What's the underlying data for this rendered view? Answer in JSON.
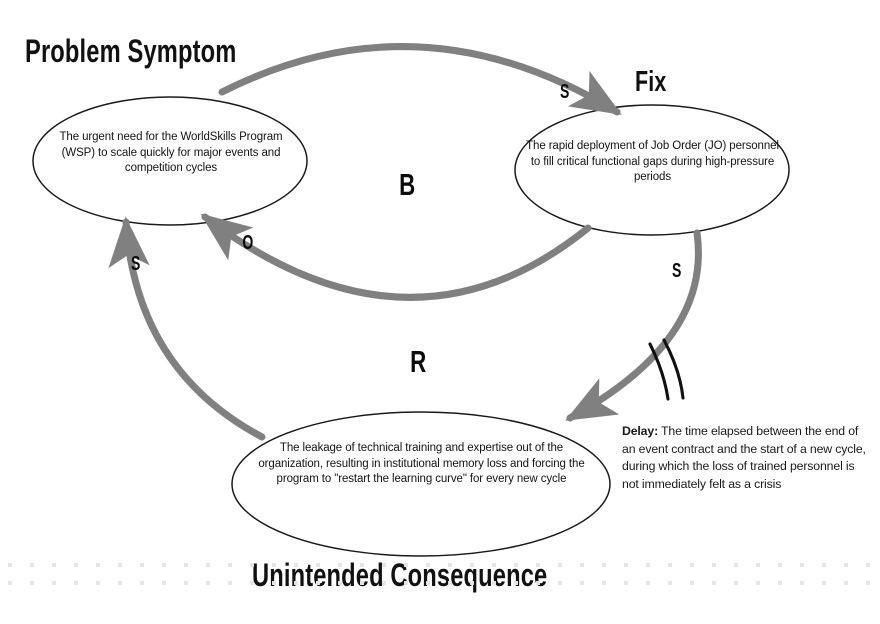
{
  "diagram": {
    "type": "causal-loop-diagram",
    "background_color": "#ffffff",
    "arrow_color": "#7f7f7f",
    "ellipse_stroke": "#1a1a1a",
    "text_color": "#141414"
  },
  "titles": {
    "problem_symptom": "Problem Symptom",
    "fix": "Fix",
    "unintended_consequence": "Unintended Consequence"
  },
  "nodes": [
    {
      "id": "problem-symptom",
      "title": "Problem Symptom",
      "text": "The urgent need for the WorldSkills Program (WSP) to scale quickly for major events and competition cycles"
    },
    {
      "id": "fix",
      "title": "Fix",
      "text": "The rapid deployment of Job Order (JO) personnel to fill critical functional gaps during high-pressure periods"
    },
    {
      "id": "unintended-consequence",
      "title": "Unintended Consequence",
      "text": "The leakage of technical training and expertise out of the organization, resulting in institutional memory loss and forcing the program to \"restart the learning curve\" for every new cycle"
    }
  ],
  "loops": [
    {
      "id": "balancing",
      "label": "B",
      "meaning": "Balancing loop"
    },
    {
      "id": "reinforcing",
      "label": "R",
      "meaning": "Reinforcing loop"
    }
  ],
  "links": [
    {
      "id": "symptom-to-fix",
      "from": "problem-symptom",
      "to": "fix",
      "polarity": "S"
    },
    {
      "id": "fix-to-symptom",
      "from": "fix",
      "to": "problem-symptom",
      "polarity": "O"
    },
    {
      "id": "fix-to-consequence",
      "from": "fix",
      "to": "unintended-consequence",
      "polarity": "S",
      "delay": true
    },
    {
      "id": "consequence-to-symptom",
      "from": "unintended-consequence",
      "to": "problem-symptom",
      "polarity": "S"
    }
  ],
  "delay_note": {
    "label": "Delay:",
    "text": " The time elapsed between the end of an event contract and the start of a new cycle, during which the loss of trained personnel is not immediately felt as a crisis"
  }
}
